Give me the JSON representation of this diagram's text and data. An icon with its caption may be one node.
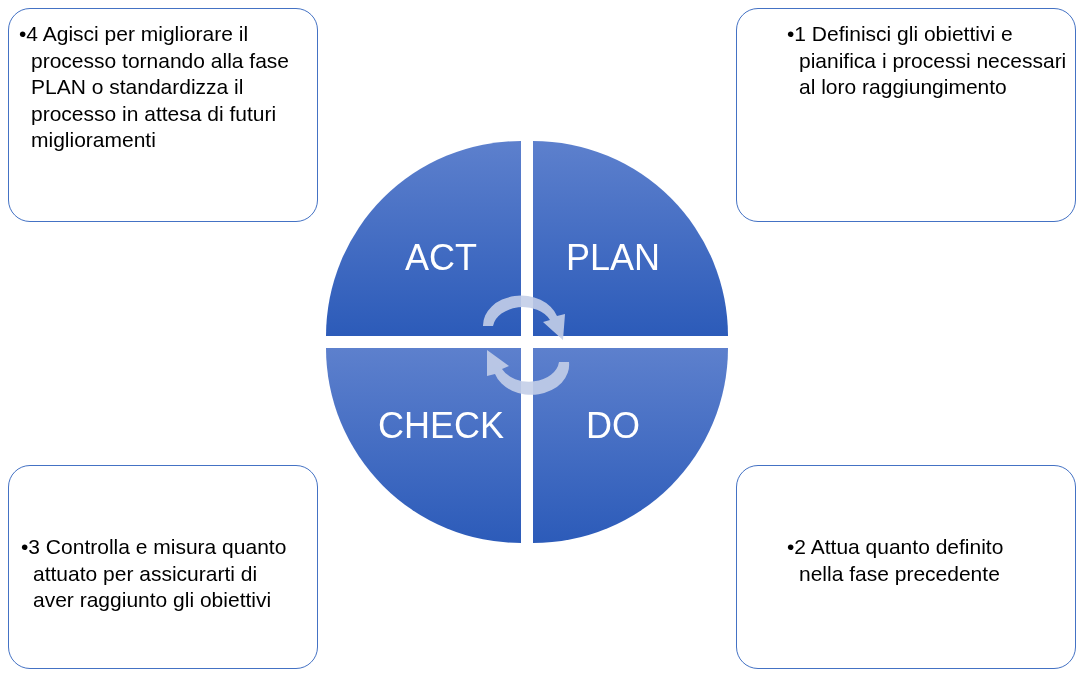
{
  "diagram": {
    "nodes": [
      {
        "text": [
          "•4 Agisci per migliorare il processo tornando alla fase PLAN o standardizza il processo in attesa di futuri miglioramenti"
        ]
      },
      {
        "text": [
          "•1 Definisci gli obiettivi e pianifica i processi necessari al loro raggiungimento"
        ]
      },
      {
        "text": [
          "ACT"
        ]
      },
      {
        "text": [
          "PLAN"
        ]
      },
      {
        "text": [
          "CHECK"
        ]
      },
      {
        "text": [
          "DO"
        ]
      },
      {
        "text": [
          "•3 Controlla e misura quanto attuato per assicurarti di aver raggiunto gli obiettivi"
        ]
      },
      {
        "text": [
          "•2 Attua quanto definito nella fase precedente"
        ]
      }
    ]
  }
}
